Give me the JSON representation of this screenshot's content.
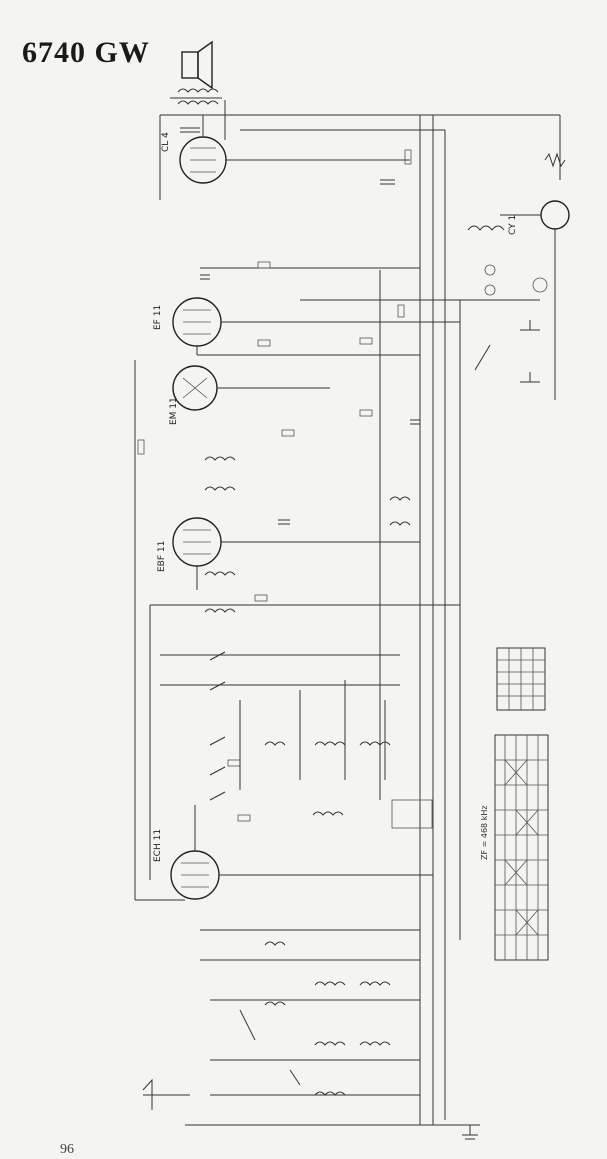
{
  "header": {
    "title": "6740 GW"
  },
  "footer": {
    "page_number": "96"
  },
  "tubes": [
    {
      "label": "CL 4"
    },
    {
      "label": "EF 11"
    },
    {
      "label": "EM 11"
    },
    {
      "label": "EBF 11"
    },
    {
      "label": "ECH 11"
    }
  ],
  "rectifier_label": "CY 1",
  "if_note": "ZF = 468 kHz",
  "colors": {
    "ink": "#222222",
    "paper": "#f4f4f1"
  }
}
